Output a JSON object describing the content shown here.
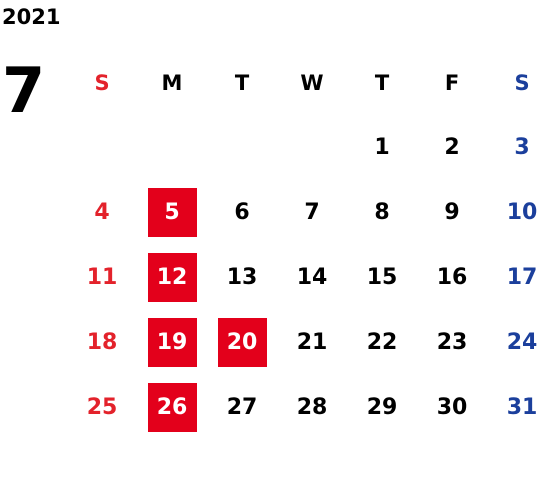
{
  "calendar": {
    "year": "2021",
    "month": "7",
    "weekdays": [
      "S",
      "M",
      "T",
      "W",
      "T",
      "F",
      "S"
    ],
    "weeks": [
      [
        "",
        "",
        "",
        "",
        "1",
        "2",
        "3"
      ],
      [
        "4",
        "5",
        "6",
        "7",
        "8",
        "9",
        "10"
      ],
      [
        "11",
        "12",
        "13",
        "14",
        "15",
        "16",
        "17"
      ],
      [
        "18",
        "19",
        "20",
        "21",
        "22",
        "23",
        "24"
      ],
      [
        "25",
        "26",
        "27",
        "28",
        "29",
        "30",
        "31"
      ]
    ],
    "highlighted_days": [
      "5",
      "12",
      "19",
      "20",
      "26"
    ]
  },
  "colors": {
    "sunday": "#e3222b",
    "saturday": "#1b3f9c",
    "highlight_bg": "#e3001b",
    "highlight_text": "#ffffff",
    "text": "#000000"
  }
}
